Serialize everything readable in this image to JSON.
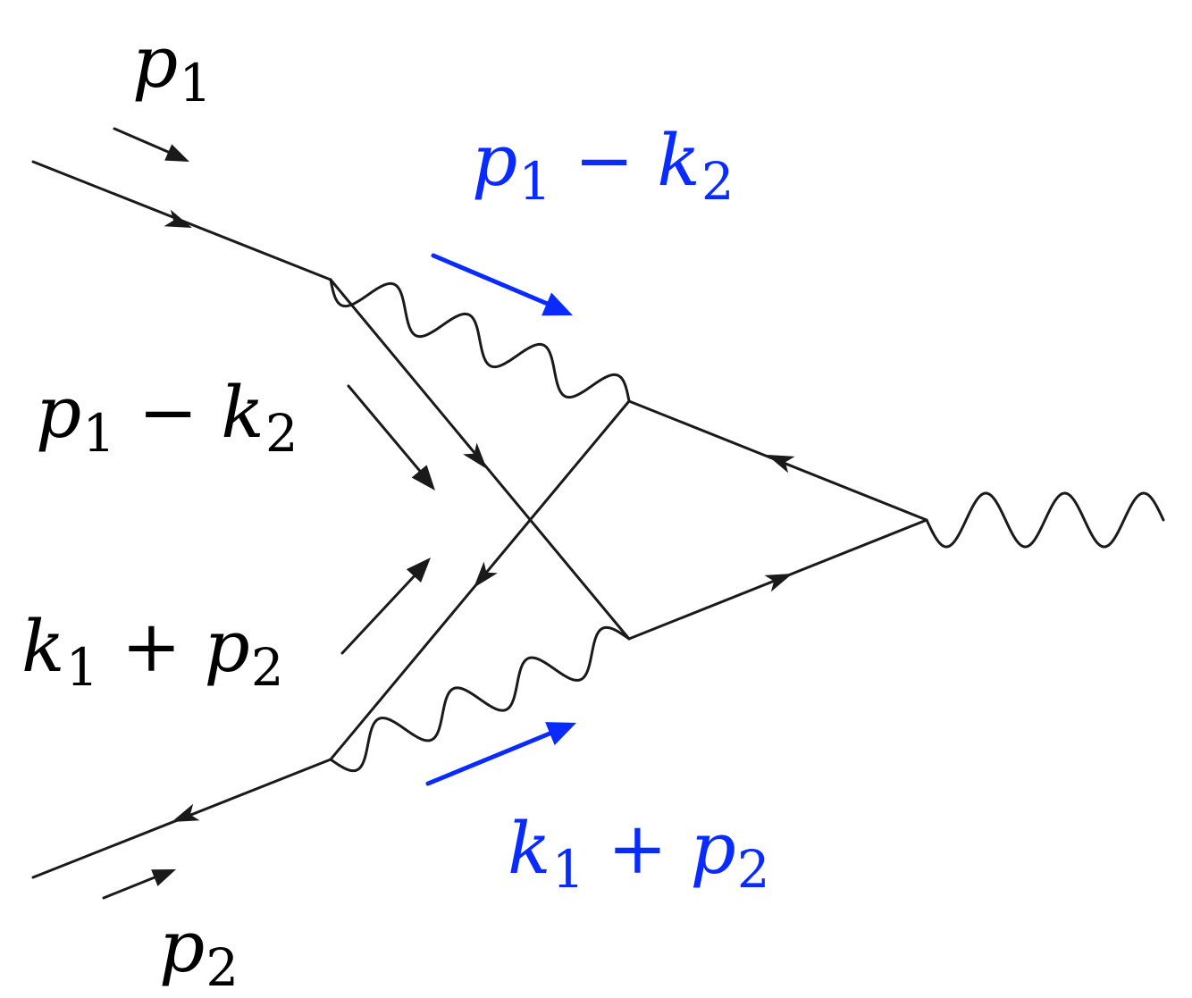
{
  "colors": {
    "line": "#1a1a1a",
    "annotation": "#0a2bff"
  },
  "labels": {
    "p1": {
      "var": "p",
      "sub": "1"
    },
    "p2": {
      "var": "p",
      "sub": "2"
    },
    "left_upper": {
      "a_var": "p",
      "a_sub": "1",
      "op": "−",
      "b_var": "k",
      "b_sub": "2"
    },
    "left_lower": {
      "a_var": "k",
      "a_sub": "1",
      "op": "+",
      "b_var": "p",
      "b_sub": "2"
    },
    "blue_upper": {
      "a_var": "p",
      "a_sub": "1",
      "op": "−",
      "b_var": "k",
      "b_sub": "2"
    },
    "blue_lower": {
      "a_var": "k",
      "a_sub": "1",
      "op": "+",
      "b_var": "p",
      "b_sub": "2"
    }
  }
}
